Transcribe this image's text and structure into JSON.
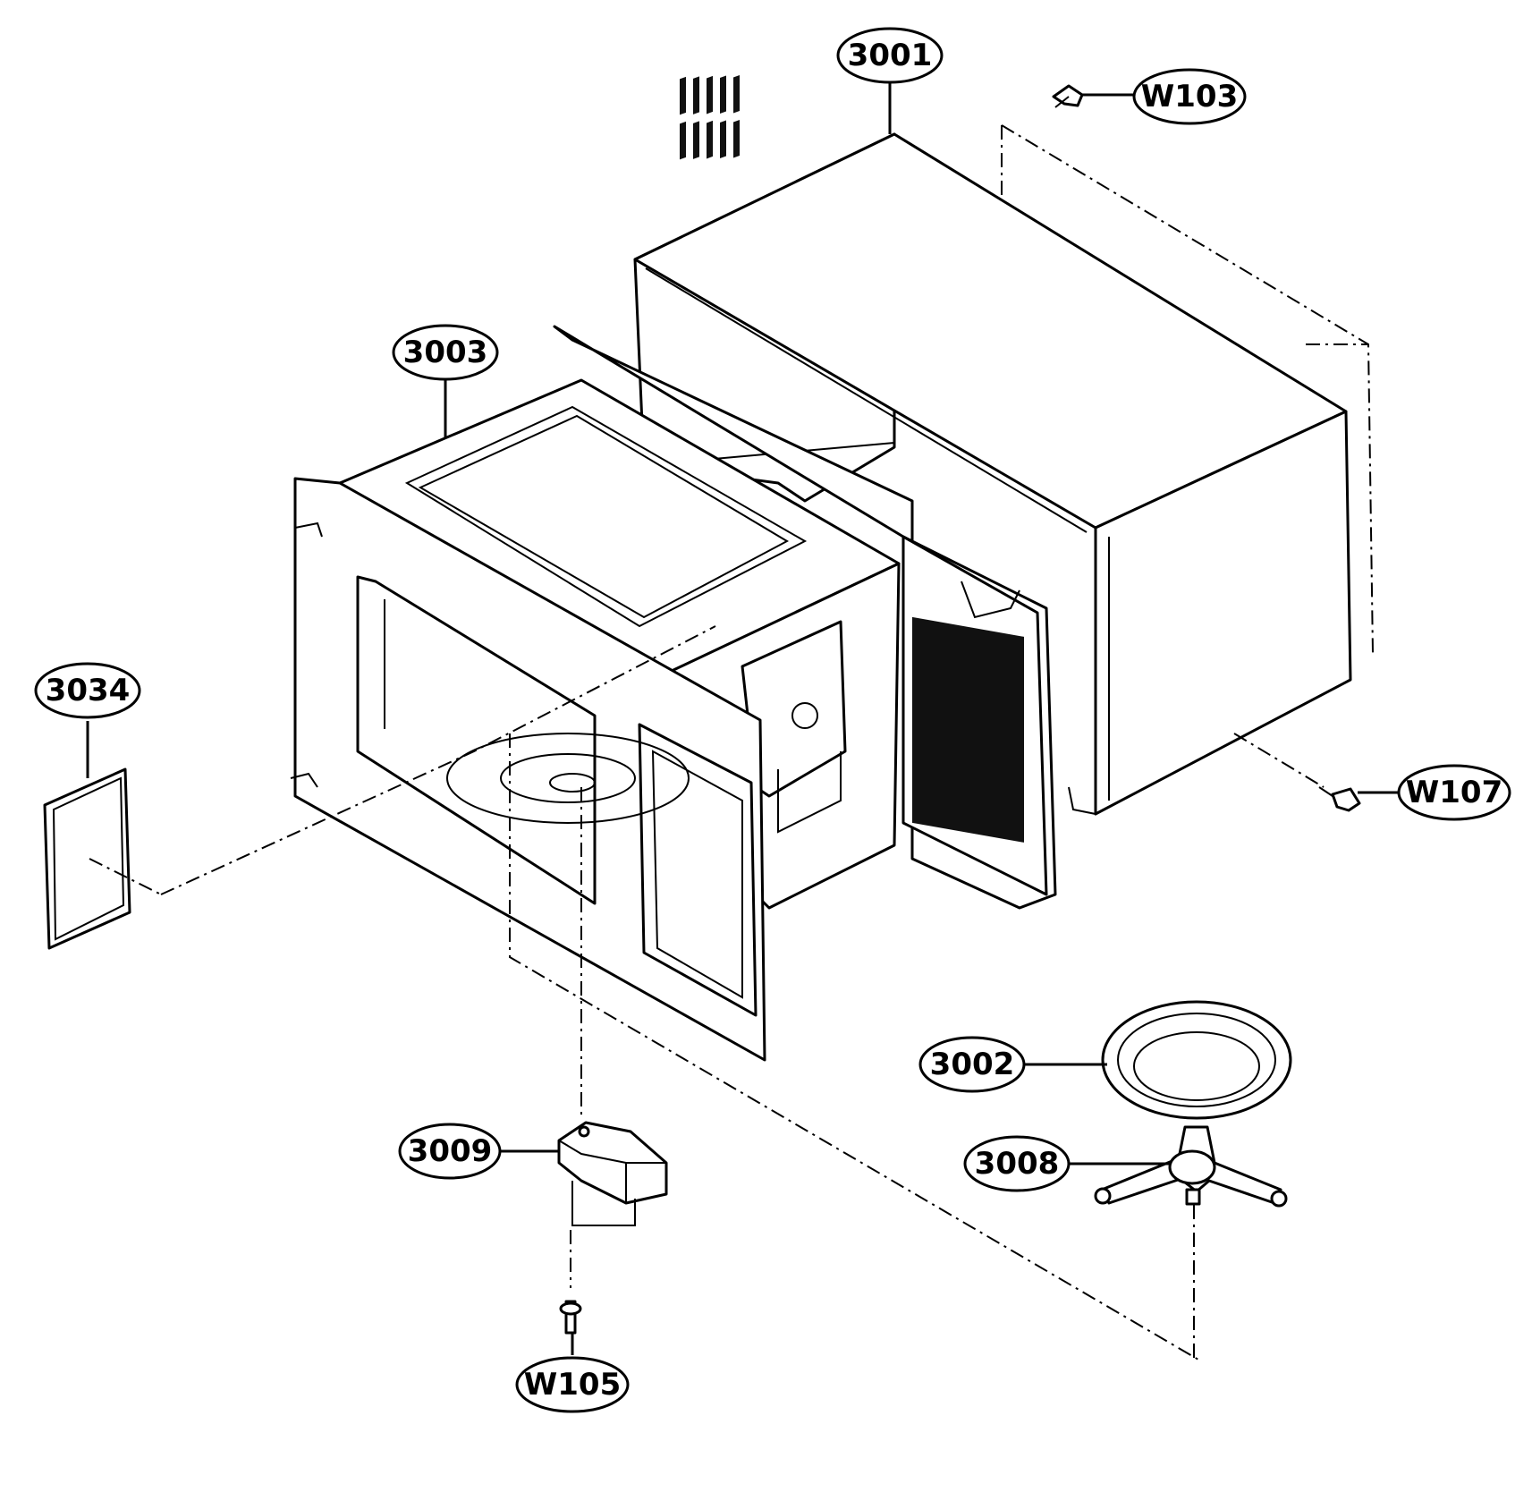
{
  "callouts": {
    "c3001": "3001",
    "cw103": "W103",
    "c3003": "3003",
    "c3034": "3034",
    "cw107": "W107",
    "c3002": "3002",
    "c3009": "3009",
    "c3008": "3008",
    "cw105": "W105"
  }
}
